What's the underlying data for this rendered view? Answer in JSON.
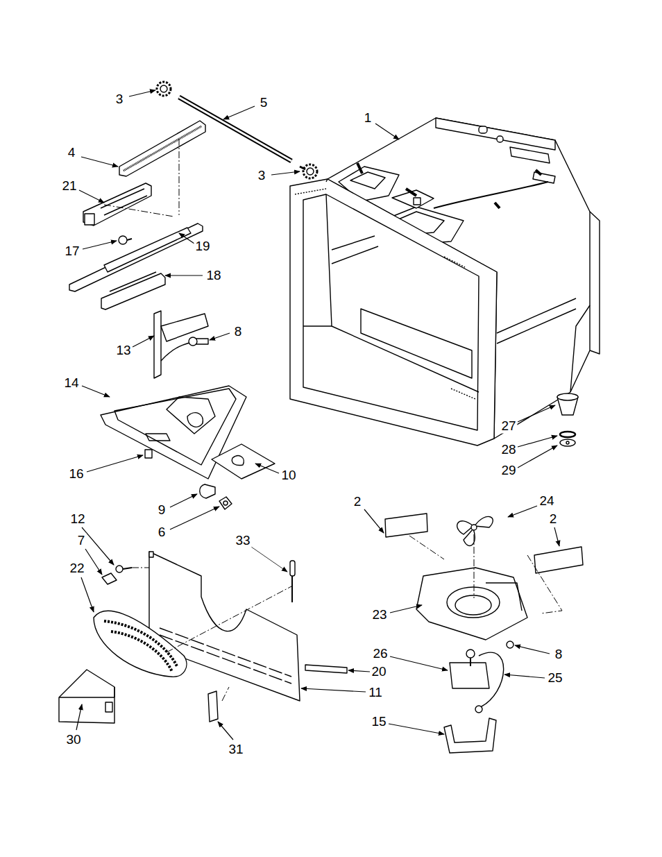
{
  "diagram": {
    "labels": [
      "3",
      "5",
      "1",
      "4",
      "3",
      "21",
      "19",
      "17",
      "18",
      "8",
      "13",
      "14",
      "27",
      "28",
      "29",
      "16",
      "10",
      "2",
      "24",
      "9",
      "12",
      "2",
      "6",
      "7",
      "33",
      "22",
      "23",
      "26",
      "8",
      "20",
      "25",
      "11",
      "15",
      "30",
      "31"
    ]
  }
}
